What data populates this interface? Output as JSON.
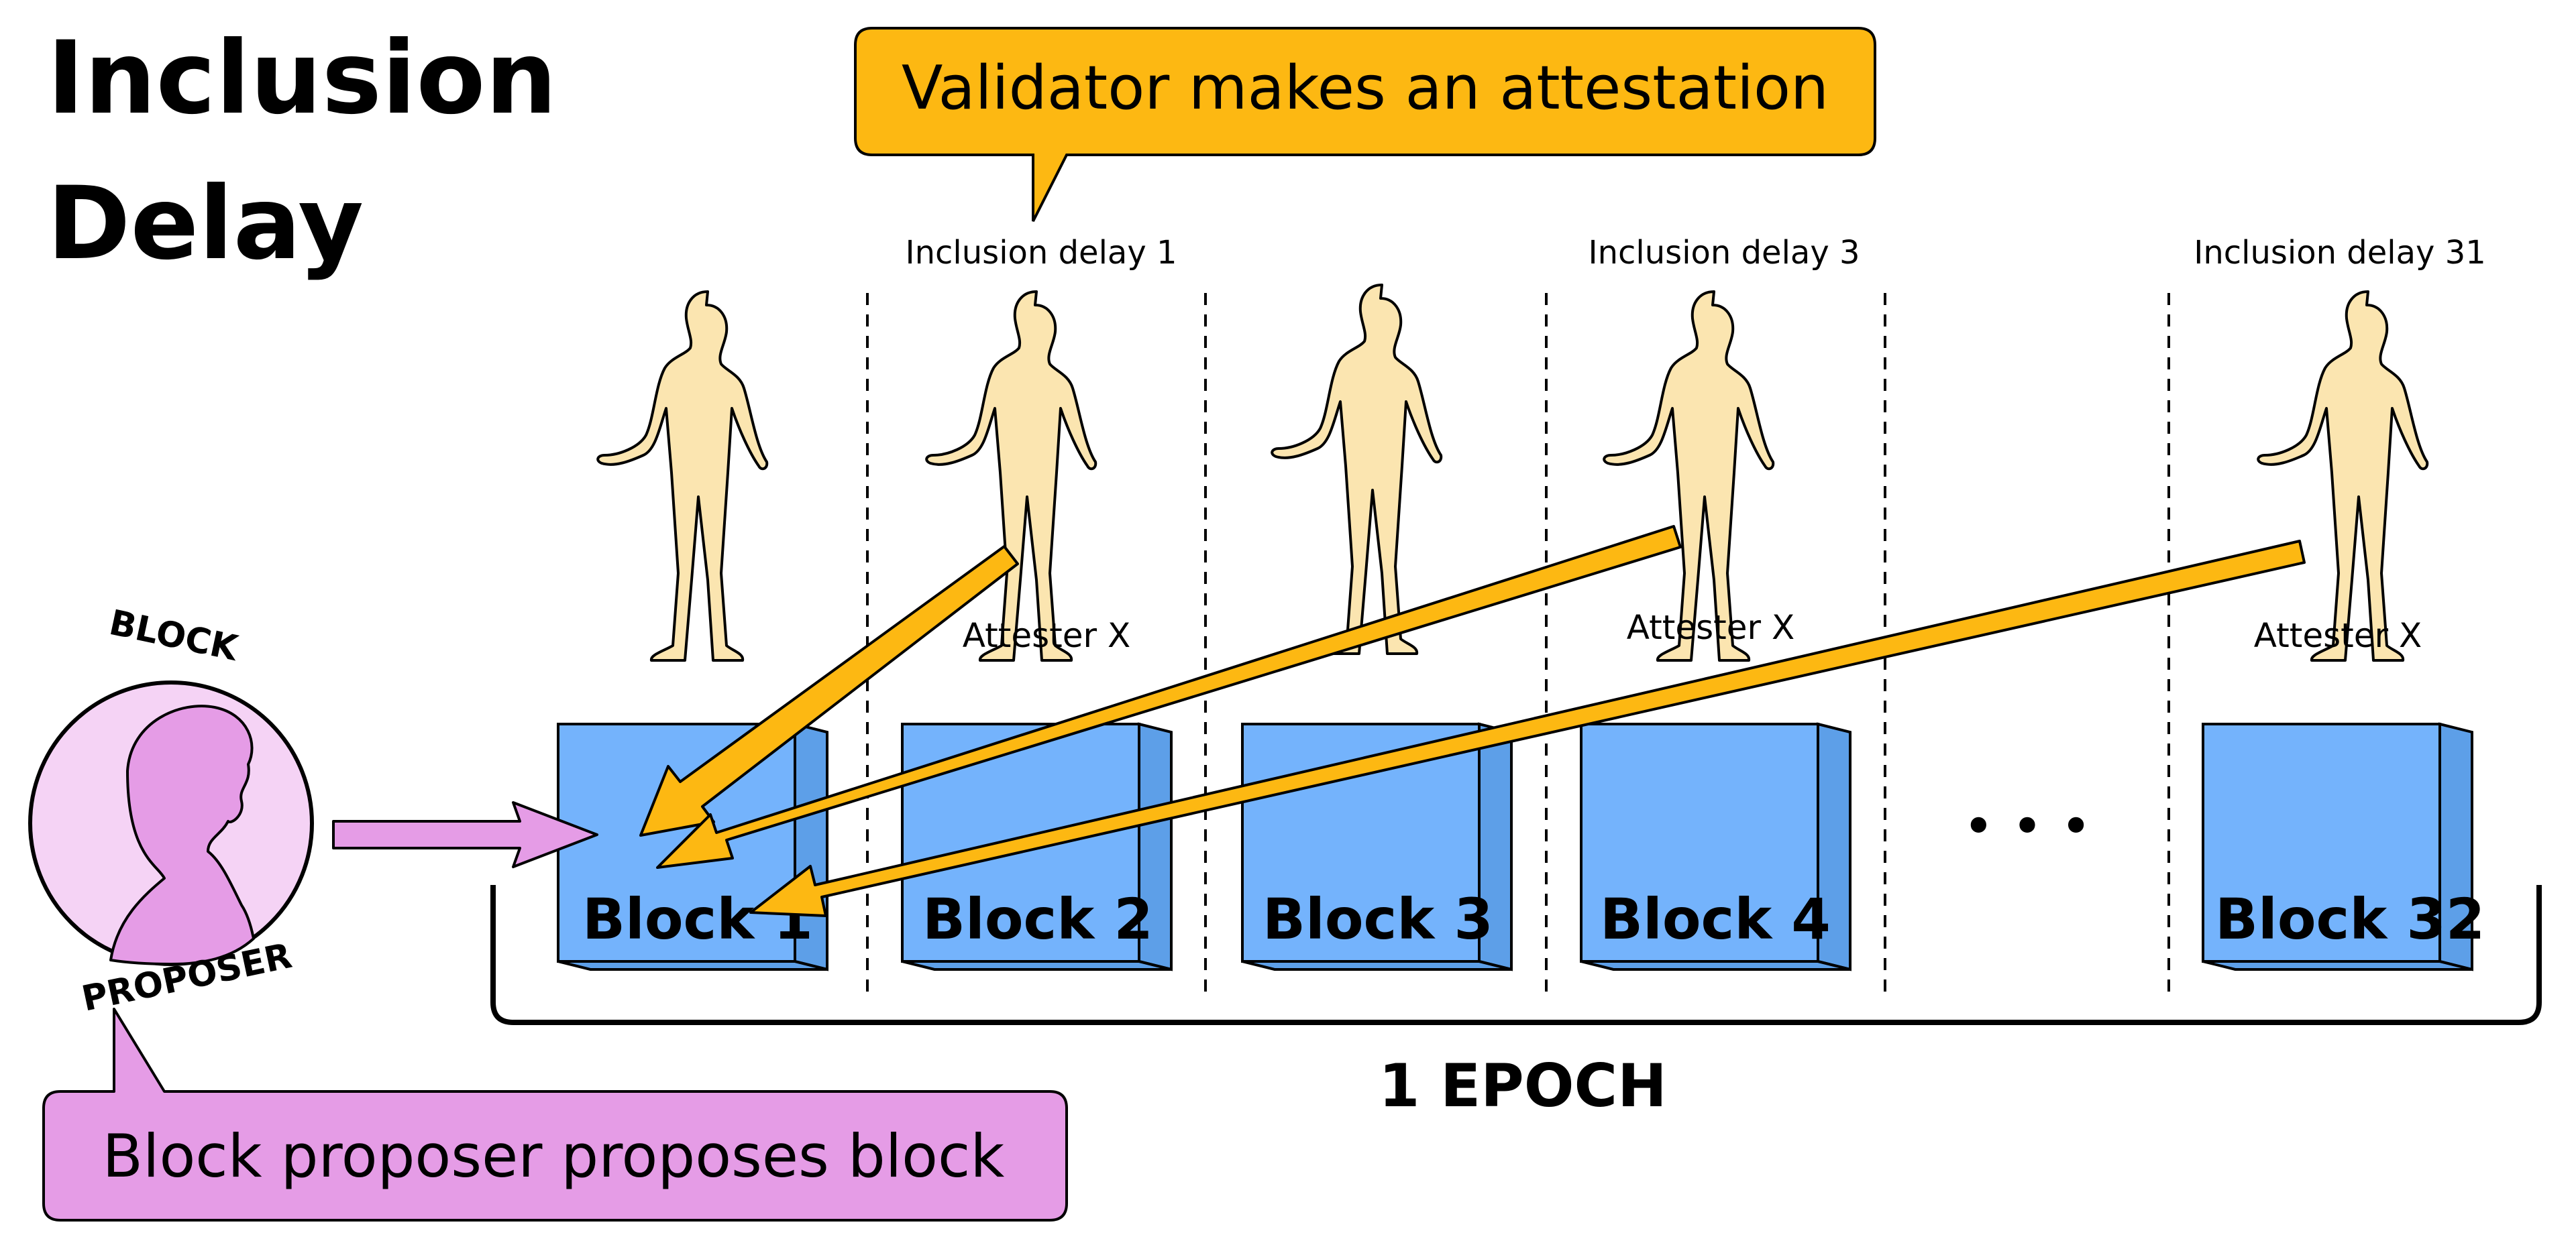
{
  "title": {
    "line1": "Inclusion",
    "line2": "Delay"
  },
  "attestation_callout": "Validator makes an attestation",
  "proposer_callout": "Block proposer proposes block",
  "proposer": {
    "arc_top": "BLOCK",
    "arc_bottom": "PROPOSER"
  },
  "delay_labels": [
    "Inclusion delay 1",
    "Inclusion delay 3",
    "Inclusion delay 31"
  ],
  "attester_labels": [
    "Attester X",
    "Attester X",
    "Attester X"
  ],
  "blocks": [
    "Block 1",
    "Block 2",
    "Block 3",
    "Block 4",
    "Block 32"
  ],
  "ellipsis": "• • •",
  "epoch_label": "1 EPOCH",
  "colors": {
    "block_fill": "#74B3FC",
    "block_side": "#5D9FE8",
    "person_fill": "#FBE5B0",
    "arrow": "#FDB812",
    "attestation_callout": "#FDB812",
    "proposer_pink": "#E59CE6",
    "proposer_circle": "#F5D3F5",
    "ink": "#000000"
  },
  "icons": [
    "person-silhouette-icon",
    "proposer-head-icon"
  ]
}
